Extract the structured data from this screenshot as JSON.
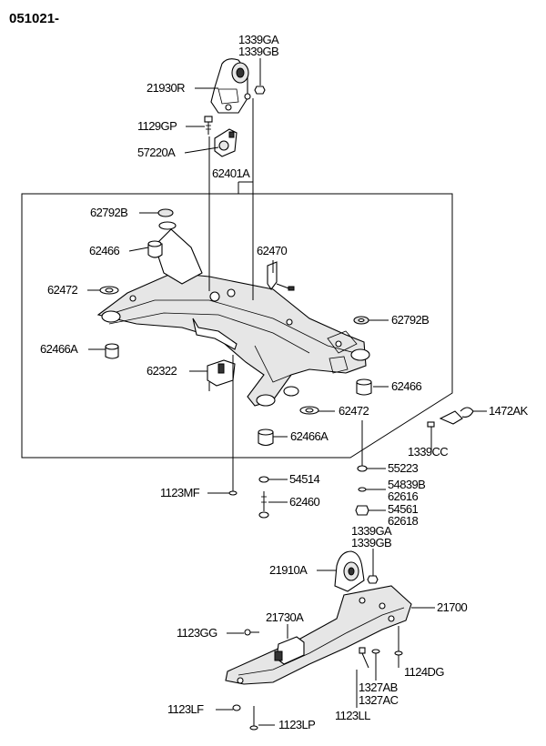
{
  "header": {
    "code": "051021-"
  },
  "labels": {
    "p1339GA_top": "1339GA",
    "p1339GB_top": "1339GB",
    "p21930R": "21930R",
    "p1129GP": "1129GP",
    "p57220A": "57220A",
    "p62401A": "62401A",
    "p62792B_left": "62792B",
    "p62466_left": "62466",
    "p62470": "62470",
    "p62472_left": "62472",
    "p62792B_right": "62792B",
    "p62466A_left": "62466A",
    "p62322": "62322",
    "p62466_right": "62466",
    "p62472_bottom": "62472",
    "p1472AK": "1472AK",
    "p62466A_bottom": "62466A",
    "p1339CC": "1339CC",
    "p55223": "55223",
    "p54514": "54514",
    "p1123MF": "1123MF",
    "p54839B": "54839B",
    "p62616": "62616",
    "p62460": "62460",
    "p54561": "54561",
    "p62618": "62618",
    "p1339GA_bot": "1339GA",
    "p1339GB_bot": "1339GB",
    "p21910A": "21910A",
    "p21700": "21700",
    "p21730A": "21730A",
    "p1123GG": "1123GG",
    "p1124DG": "1124DG",
    "p1327AB": "1327AB",
    "p1327AC": "1327AC",
    "p1123LL": "1123LL",
    "p1123LF": "1123LF",
    "p1123LP": "1123LP"
  }
}
